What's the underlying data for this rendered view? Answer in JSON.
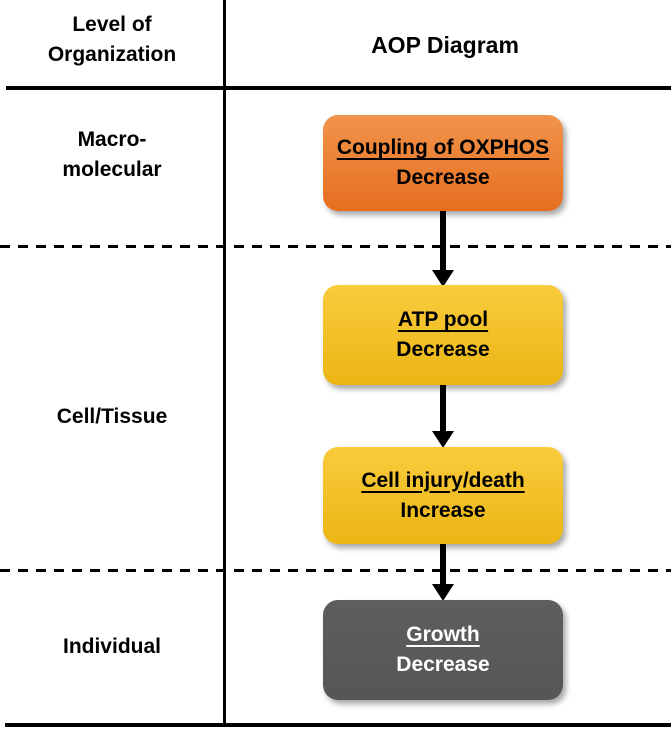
{
  "table": {
    "left_header_line1": "Level of",
    "left_header_line2": "Organization",
    "right_header": "AOP Diagram"
  },
  "levels": {
    "macromolecular_line1": "Macro-",
    "macromolecular_line2": "molecular",
    "cell_tissue": "Cell/Tissue",
    "individual": "Individual"
  },
  "diagram": {
    "title": "AOP Diagram",
    "nodes": [
      {
        "label": "Coupling of OXPHOS",
        "change": "Decrease",
        "level": "Macro-molecular",
        "fill_top": "#F2944C",
        "fill_bottom": "#E56E1E",
        "text_color": "#000000"
      },
      {
        "label": "ATP pool",
        "change": "Decrease",
        "level": "Cell/Tissue",
        "fill_top": "#F9CC3E",
        "fill_bottom": "#EBB513",
        "text_color": "#000000"
      },
      {
        "label": "Cell injury/death",
        "change": "Increase",
        "level": "Cell/Tissue",
        "fill_top": "#F9CC3E",
        "fill_bottom": "#EBB513",
        "text_color": "#000000"
      },
      {
        "label": "Growth",
        "change": "Decrease",
        "level": "Individual",
        "fill_top": "#5E5E5E",
        "fill_bottom": "#565656",
        "text_color": "#FFFFFF"
      }
    ],
    "connector_color": "#000000",
    "line_color": "#000000",
    "background_color": "#FFFFFF"
  }
}
